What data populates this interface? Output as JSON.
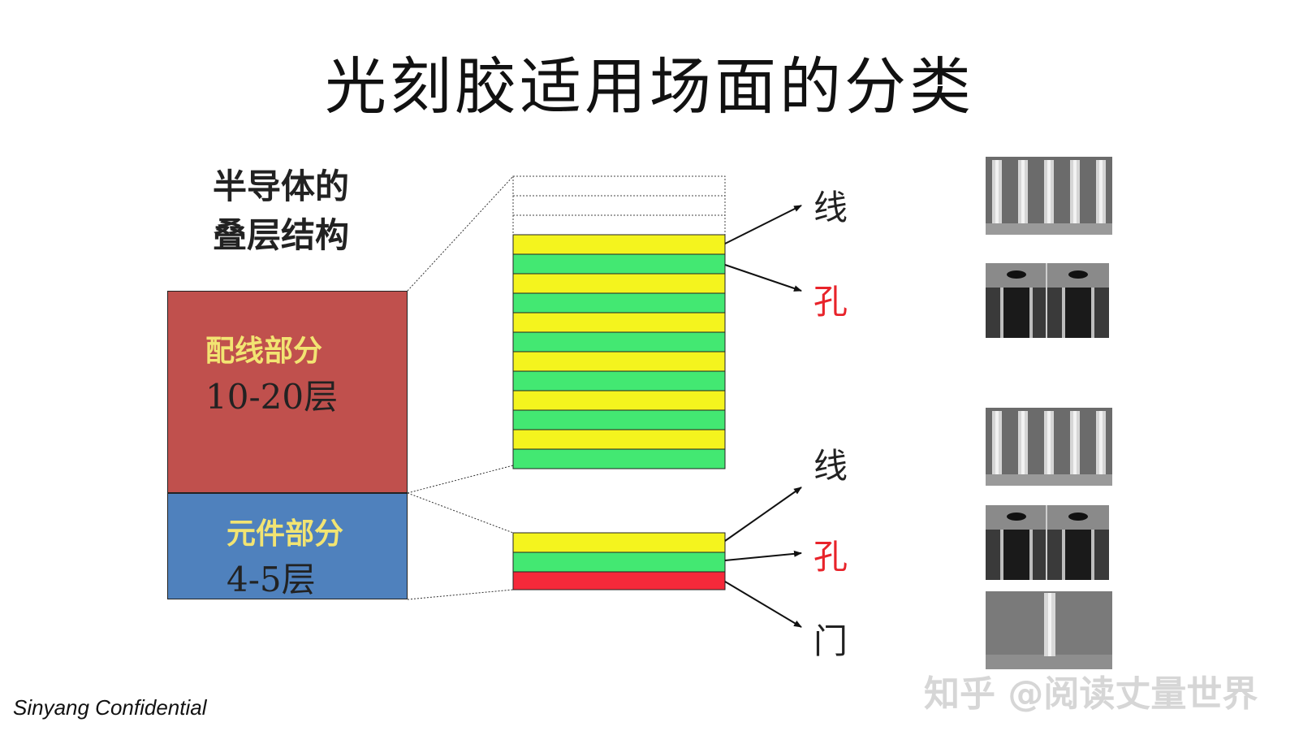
{
  "title": "光刻胶适用场面的分类",
  "subtitle": [
    "半导体的",
    "叠层结构"
  ],
  "blocks": {
    "wiring": {
      "label": "配线部分",
      "count": "10-20层"
    },
    "device": {
      "label": "元件部分",
      "count": "4-5层"
    }
  },
  "tags": {
    "upper_line": "线",
    "upper_hole": "孔",
    "lower_line": "线",
    "lower_hole": "孔",
    "lower_gate": "门"
  },
  "images": [
    "line-sem-image",
    "hole-sem-image",
    "line-sem-image",
    "hole-sem-image",
    "gate-sem-image"
  ],
  "footer": "Sinyang Confidential",
  "watermark": "知乎 @阅读丈量世界",
  "colors": {
    "wiring": "#c0504d",
    "device": "#4f81bd",
    "label_yellow": "#f2e472",
    "layer_yellow": "#f4f41e",
    "layer_green": "#43e872",
    "layer_red": "#f5293a",
    "tag_red": "#e8232a"
  }
}
